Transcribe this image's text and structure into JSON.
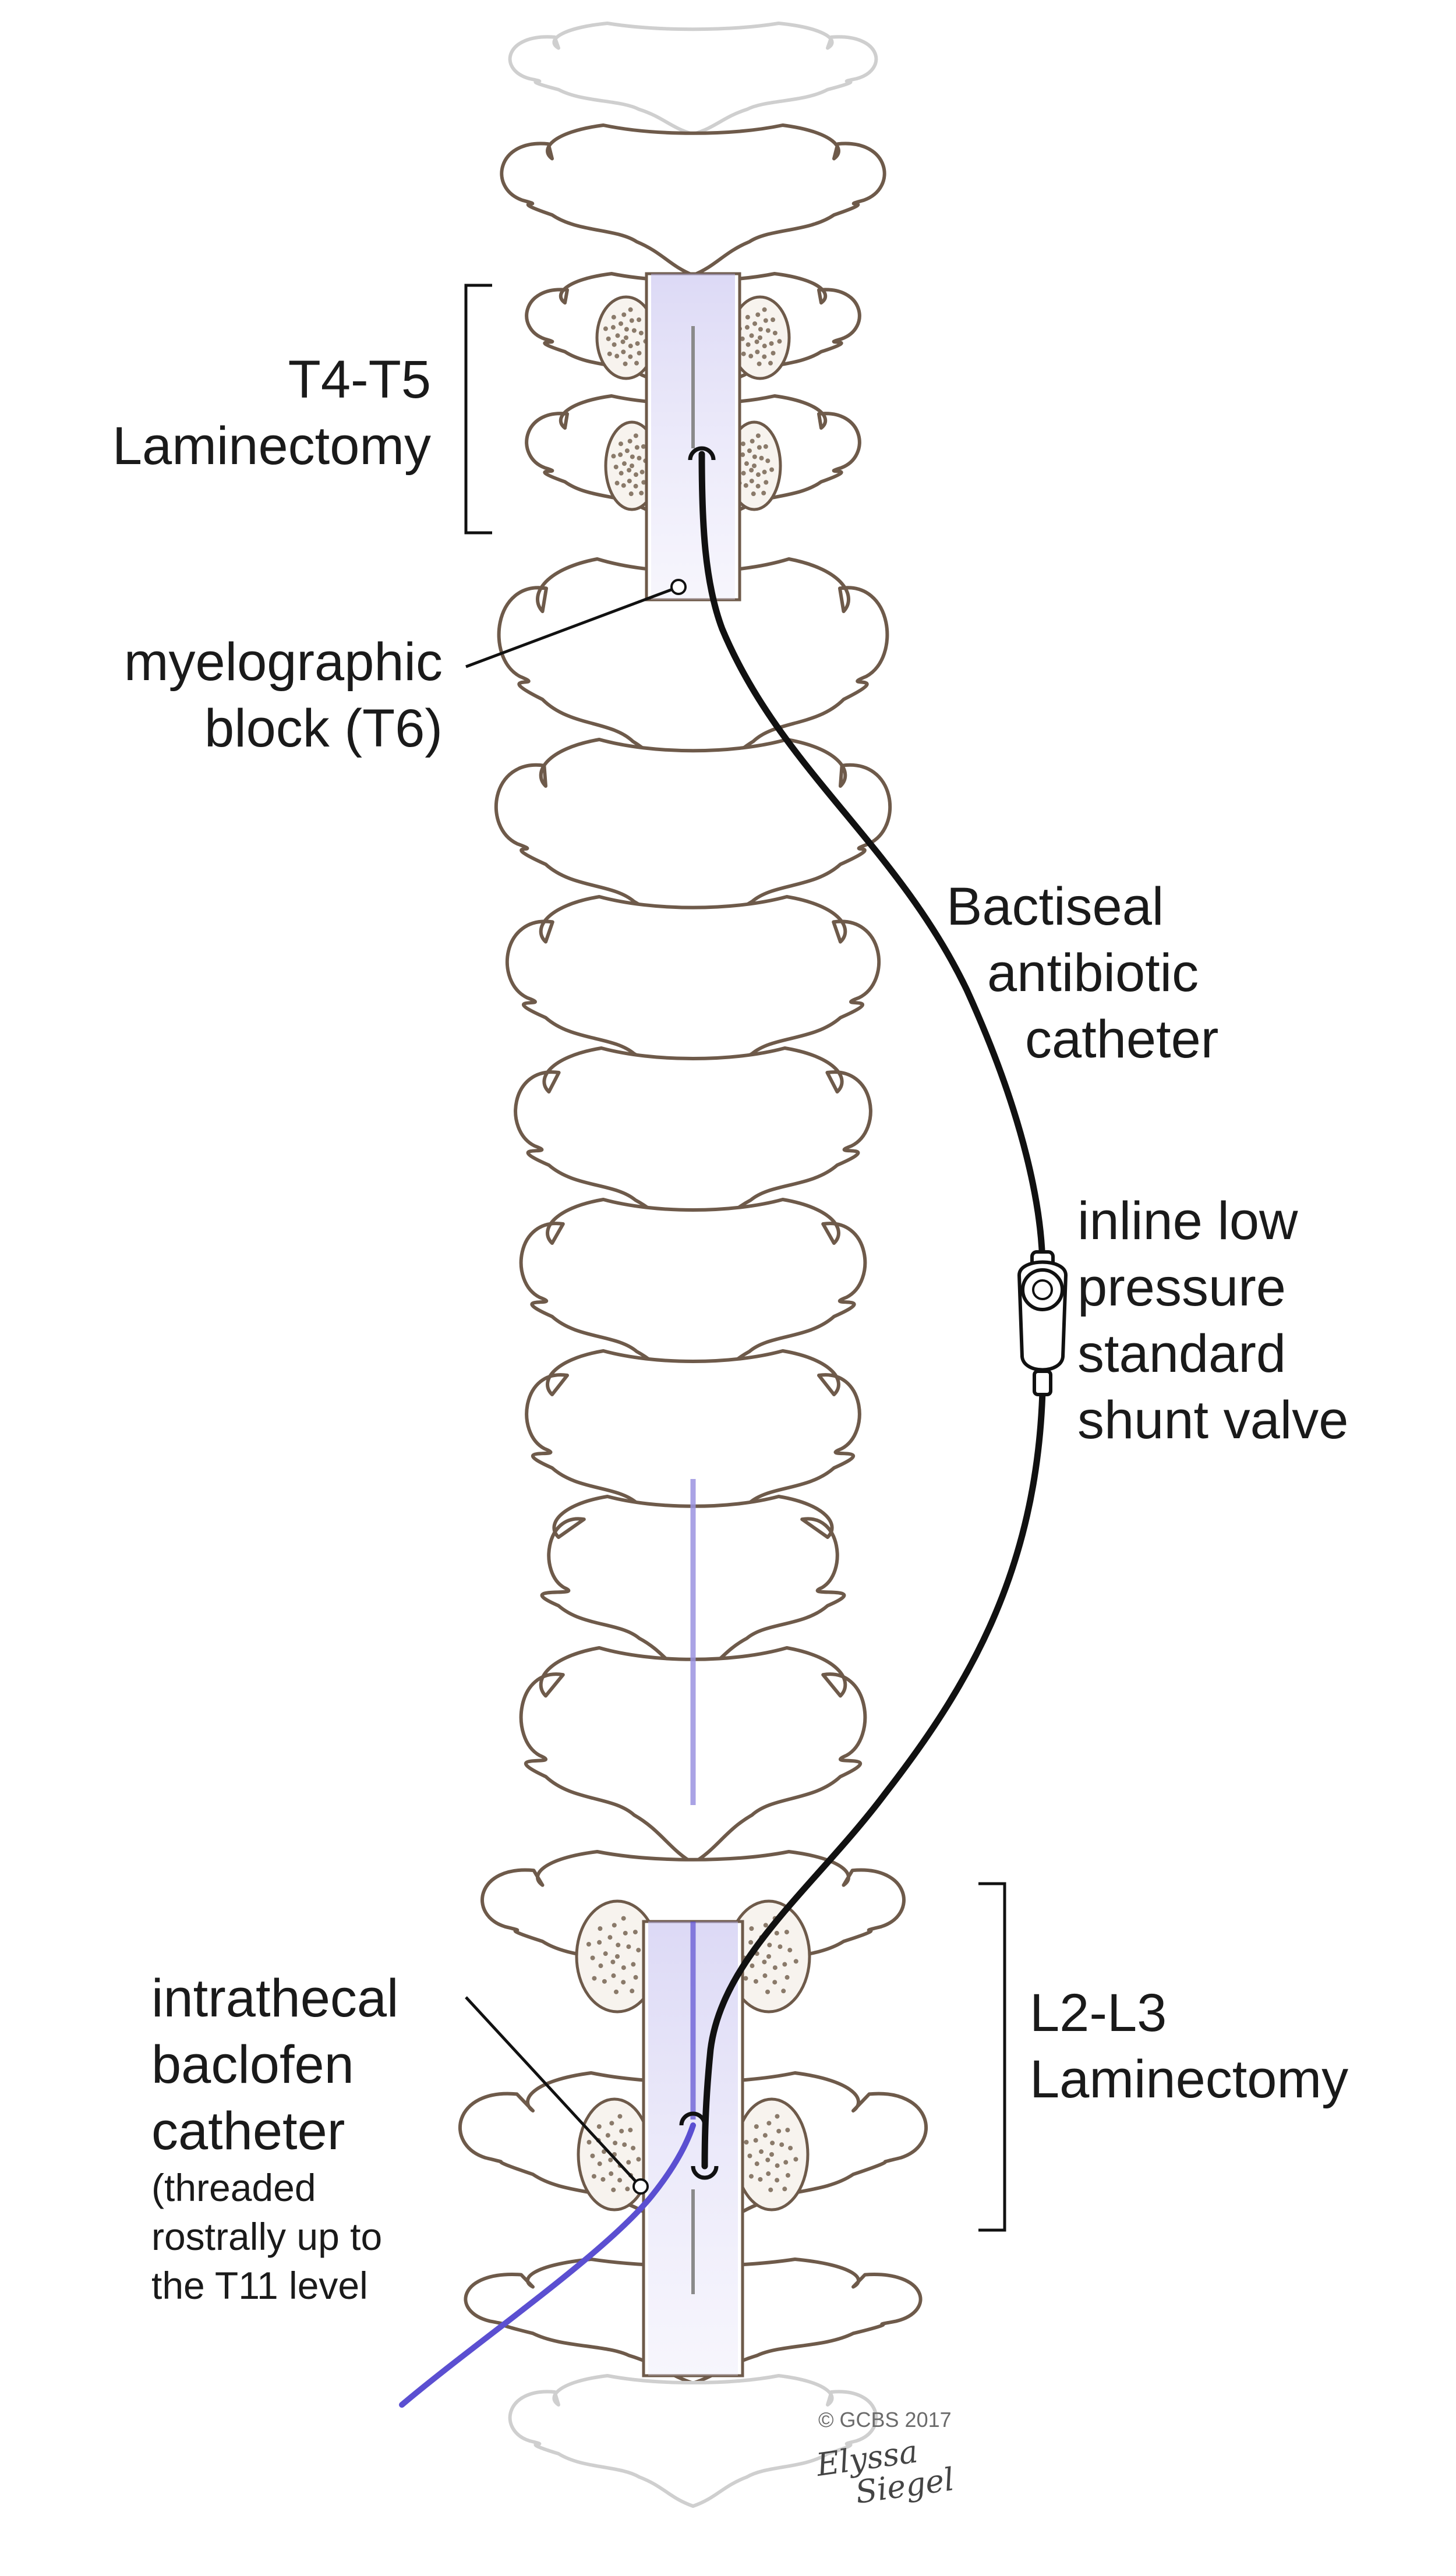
{
  "labels": {
    "t4t5": [
      "T4-T5",
      "Laminectomy"
    ],
    "block": [
      "myelographic",
      "block (T6)"
    ],
    "bactiseal": [
      "Bactiseal",
      "antibiotic",
      "catheter"
    ],
    "valve": [
      "inline low",
      "pressure",
      "standard",
      "shunt valve"
    ],
    "baclofen": [
      "intrathecal",
      "baclofen",
      "catheter"
    ],
    "baclofen_note": [
      "(threaded",
      "rostrally up to",
      "the T11 level"
    ],
    "l2l3": [
      "L2-L3",
      "Laminectomy"
    ]
  },
  "credit": {
    "copyright": "© GCBS 2017",
    "signature": [
      "Elyssa",
      "Siegel"
    ]
  },
  "colors": {
    "bone_outline": "#6e5a4a",
    "faded_outline": "#cfcfcf",
    "bone_fill": "#ffffff",
    "catheter_black": "#111111",
    "catheter_blue": "#5b4fd1",
    "cord_lavender": "#9b93e0",
    "leader": "#111111"
  }
}
